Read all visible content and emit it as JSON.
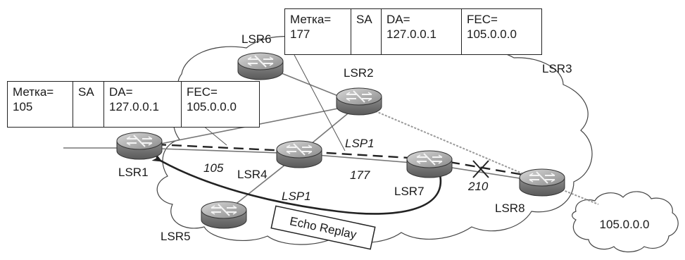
{
  "packet_top": {
    "cells": [
      "Метка=\n177",
      "SA",
      "DA=\n127.0.0.1",
      "FEC=\n105.0.0.0"
    ]
  },
  "packet_left": {
    "cells": [
      "Метка=\n105",
      "SA",
      "DA=\n127.0.0.1",
      "FEC=\n105.0.0.0"
    ]
  },
  "routers": {
    "lsr1": "LSR1",
    "lsr2": "LSR2",
    "lsr3": "LSR3",
    "lsr4": "LSR4",
    "lsr5": "LSR5",
    "lsr6": "LSR6",
    "lsr7": "LSR7",
    "lsr8": "LSR8"
  },
  "labels": {
    "lsp1_upper": "LSP1",
    "lsp1_lower": "LSP1",
    "label_105": "105",
    "label_177": "177",
    "label_210": "210"
  },
  "echo_reply": "Echo Replay",
  "destination_cloud": "105.0.0.0"
}
